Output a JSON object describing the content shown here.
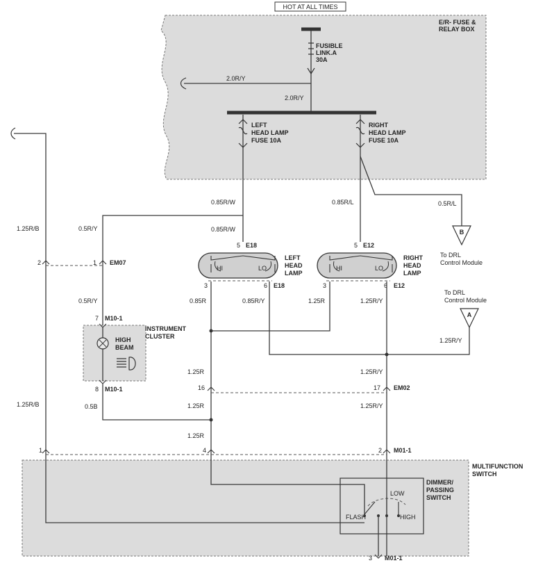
{
  "header": {
    "hot_label": "HOT AT ALL TIMES"
  },
  "fuse_box": {
    "title_line1": "E/R- FUSE &",
    "title_line2": "RELAY BOX",
    "fusible_link_line1": "FUSIBLE",
    "fusible_link_line2": "LINK.A",
    "fusible_link_line3": "30A",
    "left_fuse_line1": "LEFT",
    "left_fuse_line2": "HEAD LAMP",
    "left_fuse_line3": "FUSE 10A",
    "right_fuse_line1": "RIGHT",
    "right_fuse_line2": "HEAD LAMP",
    "right_fuse_line3": "FUSE 10A"
  },
  "wires": {
    "w_20ry_a": "2.0R/Y",
    "w_20ry_b": "2.0R/Y",
    "w_085rw_a": "0.85R/W",
    "w_085rw_b": "0.85R/W",
    "w_085rl": "0.85R/L",
    "w_05rl": "0.5R/L",
    "w_125rb_a": "1.25R/B",
    "w_125rb_b": "1.25R/B",
    "w_05ry_a": "0.5R/Y",
    "w_05ry_b": "0.5R/Y",
    "w_085r": "0.85R",
    "w_085ry": "0.85R/Y",
    "w_125r_a": "1.25R",
    "w_125r_b": "1.25R",
    "w_125r_c": "1.25R",
    "w_125r_d": "1.25R",
    "w_125ry_a": "1.25R/Y",
    "w_125ry_b": "1.25R/Y",
    "w_125ry_c": "1.25R/Y",
    "w_125ry_d": "1.25R/Y",
    "w_05b": "0.5B"
  },
  "drl": {
    "b_letter": "B",
    "b_label_line1": "To DRL",
    "b_label_line2": "Control Module",
    "a_letter": "A",
    "a_label_line1": "To DRL",
    "a_label_line2": "Control Module"
  },
  "left_lamp": {
    "name_line1": "LEFT",
    "name_line2": "HEAD",
    "name_line3": "LAMP",
    "hi": "HI",
    "lo": "LO",
    "pin5": "5",
    "conn_top": "E18",
    "pin3": "3",
    "pin6": "6",
    "conn_bottom": "E18"
  },
  "right_lamp": {
    "name_line1": "RIGHT",
    "name_line2": "HEAD",
    "name_line3": "LAMP",
    "hi": "HI",
    "lo": "LO",
    "pin5": "5",
    "conn_top": "E12",
    "pin3": "3",
    "pin6": "6",
    "conn_bottom": "E12"
  },
  "connectors": {
    "em07_pin2": "2",
    "em07_pin1": "1",
    "em07": "EM07",
    "m10_pin7": "7",
    "m10_top": "M10-1",
    "m10_pin8": "8",
    "m10_bottom": "M10-1",
    "em02_pin16": "16",
    "em02_pin17": "17",
    "em02": "EM02",
    "m01_pin1": "1",
    "m01_pin4": "4",
    "m01_pin2": "2",
    "m01_top": "M01-1",
    "m01_pin3": "3",
    "m01_bottom": "M01-1"
  },
  "cluster": {
    "title_line1": "INSTRUMENT",
    "title_line2": "CLUSTER",
    "hb_line1": "HIGH",
    "hb_line2": "BEAM"
  },
  "mfs": {
    "title_line1": "MULTIFUNCTION",
    "title_line2": "SWITCH",
    "dp_line1": "DIMMER/",
    "dp_line2": "PASSING",
    "dp_line3": "SWITCH",
    "low": "LOW",
    "flash": "FLASH",
    "high": "HIGH"
  }
}
